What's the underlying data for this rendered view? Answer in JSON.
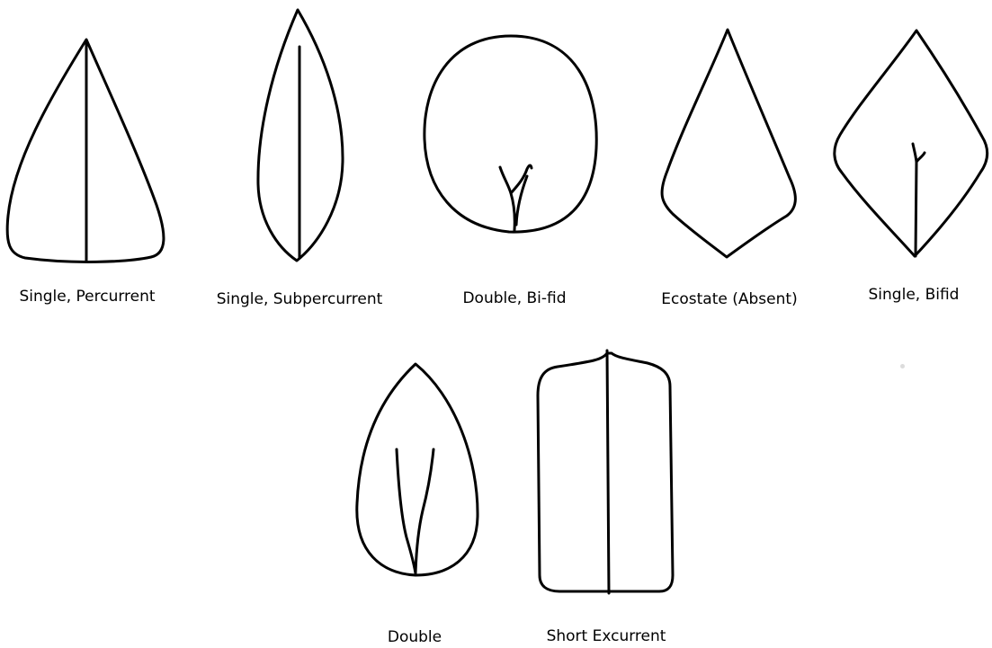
{
  "colors": {
    "stroke": "#000000",
    "background": "#ffffff"
  },
  "figures": [
    {
      "label": "Single, Percurrent"
    },
    {
      "label": "Single, Subpercurrent"
    },
    {
      "label": "Double, Bi-fid"
    },
    {
      "label": "Ecostate (Absent)"
    },
    {
      "label": "Single, Bifid"
    },
    {
      "label": "Double"
    },
    {
      "label": "Short Excurrent"
    }
  ]
}
